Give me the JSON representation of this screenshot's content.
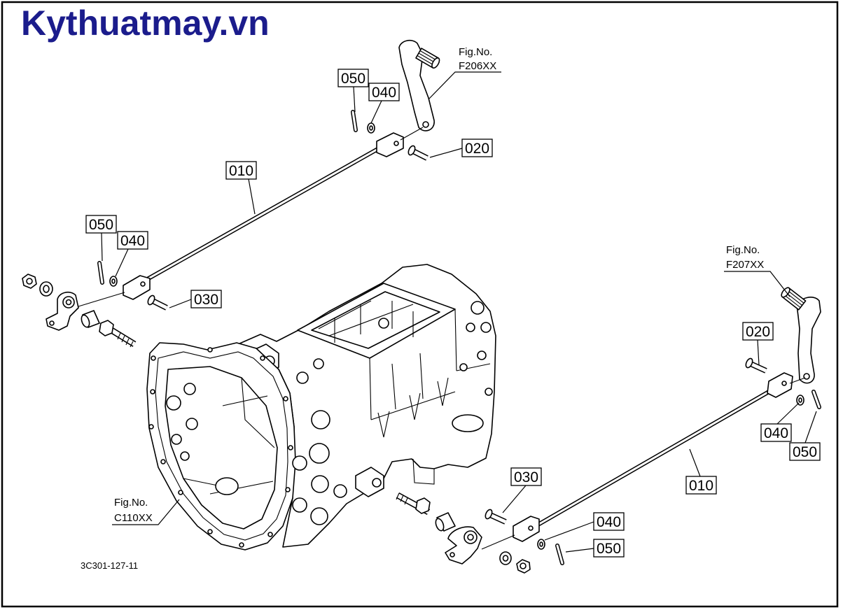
{
  "brand": {
    "watermark": "Kythuatmay.vn",
    "color": "#1b1c8c"
  },
  "figure_refs": [
    {
      "label": "Fig.No.",
      "code": "F206XX"
    },
    {
      "label": "Fig.No.",
      "code": "F207XX"
    },
    {
      "label": "Fig.No.",
      "code": "C110XX"
    }
  ],
  "part_labels": [
    "050",
    "040",
    "020",
    "010",
    "050",
    "040",
    "030",
    "020",
    "040",
    "050",
    "010",
    "030",
    "040",
    "050"
  ],
  "drawing_code": "3C301-127-11"
}
